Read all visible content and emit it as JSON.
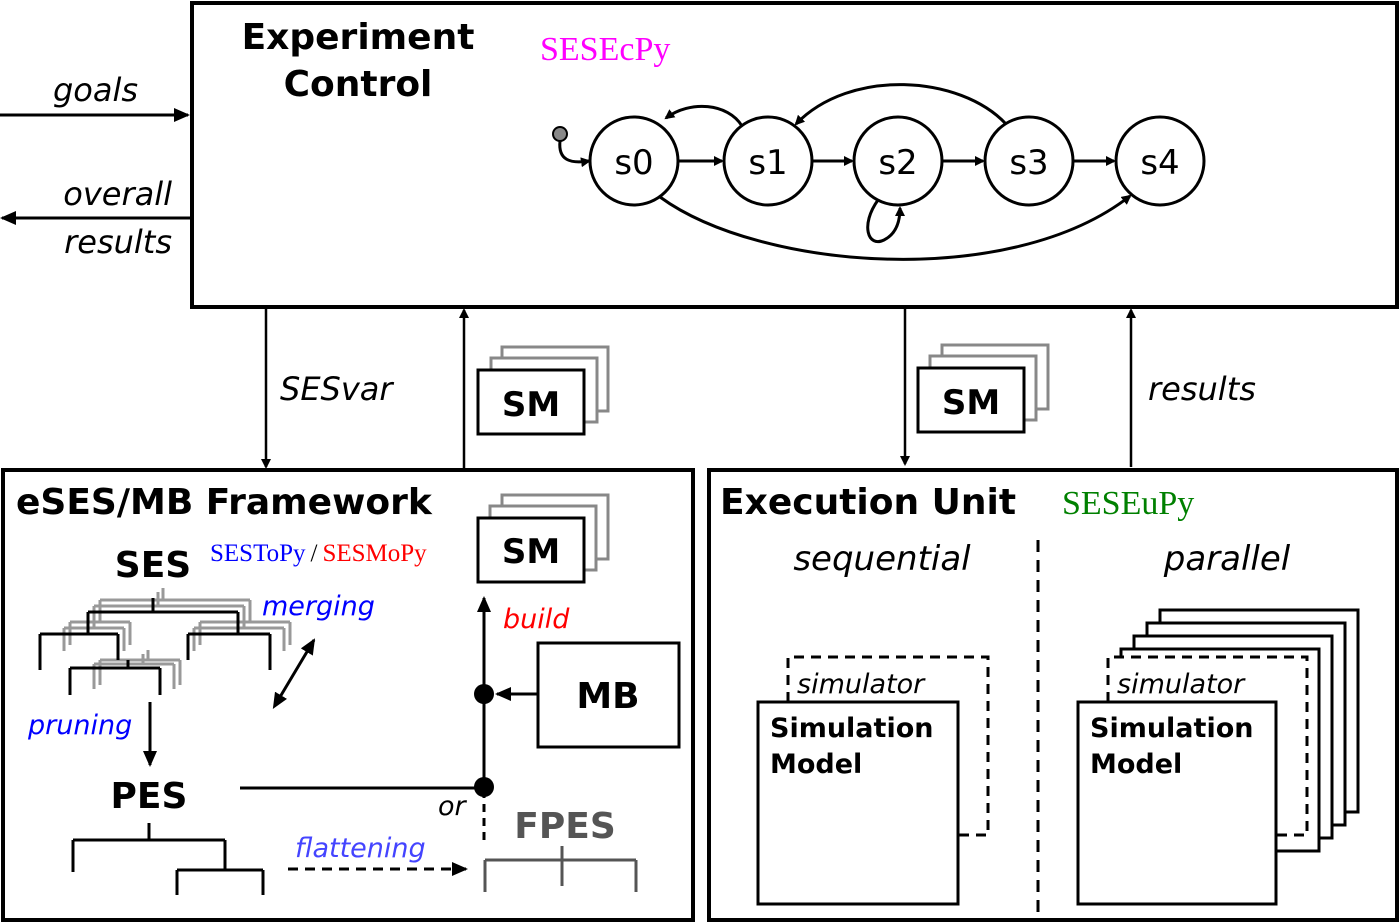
{
  "experiment_control": {
    "title_line1": "Experiment",
    "title_line2": "Control",
    "tool": "SESEcPy",
    "states": [
      "s0",
      "s1",
      "s2",
      "s3",
      "s4"
    ]
  },
  "inputs": {
    "goals": "goals",
    "overall_results_line1": "overall",
    "overall_results_line2": "results"
  },
  "flows": {
    "sesvar": "SESvar",
    "sm": "SM",
    "results": "results"
  },
  "framework": {
    "title": "eSES/MB Framework",
    "ses": "SES",
    "tool_left": "SESToPy",
    "tool_sep": "/",
    "tool_right": "SESMoPy",
    "merging": "merging",
    "pruning": "pruning",
    "pes": "PES",
    "flattening": "flattening",
    "fpes": "FPES",
    "or": "or",
    "build": "build",
    "mb": "MB",
    "sm": "SM"
  },
  "execution_unit": {
    "title": "Execution Unit",
    "tool": "SESEuPy",
    "sequential": "sequential",
    "parallel": "parallel",
    "simulator": "simulator",
    "model_line1": "Simulation",
    "model_line2": "Model"
  },
  "colors": {
    "sesecpy": "#ff00ff",
    "sestopy": "#0000ff",
    "sesmopy": "#ff0000",
    "seseupy": "#008000",
    "merging": "#0000ff",
    "pruning": "#0000ff",
    "flattening": "#4444ff",
    "build": "#ff0000",
    "fpes": "#555555",
    "tree_gray": "#888888"
  }
}
